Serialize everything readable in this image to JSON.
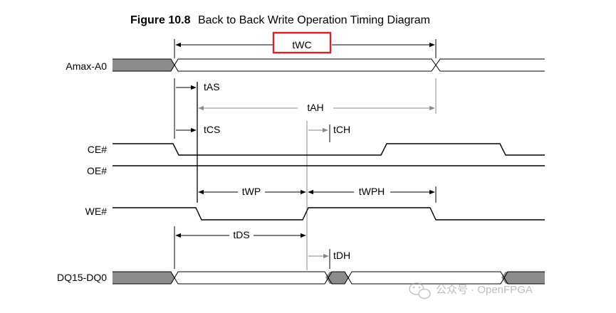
{
  "figure": {
    "number": "Figure 10.8",
    "caption": "Back to Back Write Operation Timing Diagram"
  },
  "signals": {
    "addr": "Amax-A0",
    "ce": "CE#",
    "oe": "OE#",
    "we": "WE#",
    "dq": "DQ15-DQ0"
  },
  "timings": {
    "twc": "tWC",
    "tas": "tAS",
    "tah": "tAH",
    "tcs": "tCS",
    "tch": "tCH",
    "twp": "tWP",
    "twph": "tWPH",
    "tds": "tDS",
    "tdh": "tDH"
  },
  "highlight_color": "#e02020",
  "bus_fill": "#8c8c8c",
  "watermark": {
    "text": "公众号 · OpenFPGA",
    "icon": "wechat-icon"
  }
}
